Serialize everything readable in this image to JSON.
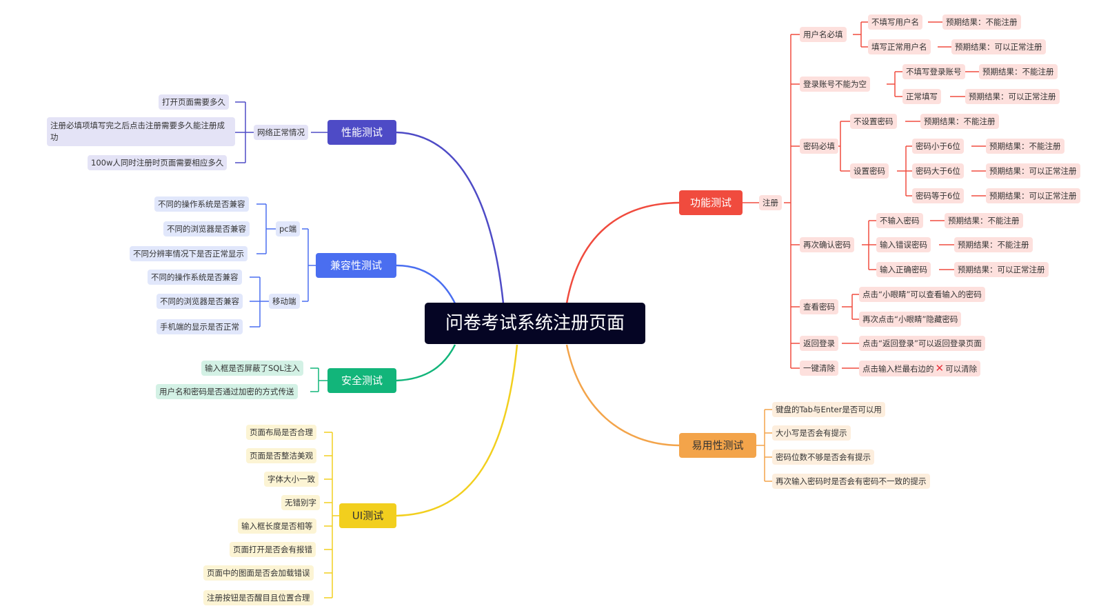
{
  "root": {
    "label": "问卷考试系统注册页面"
  },
  "colors": {
    "root": "#050524",
    "performance": "#4e4bc6",
    "compatibility": "#4a6ef0",
    "security": "#12b57a",
    "ui": "#f2cf1e",
    "function": "#f04b3e",
    "usability": "#f3a44a"
  },
  "performance": {
    "label": "性能测试",
    "group": "网络正常情况",
    "items": [
      "打开页面需要多久",
      "注册必填项填写完之后点击注册需要多久能注册成功",
      "100w人同时注册时页面需要相应多久"
    ]
  },
  "compatibility": {
    "label": "兼容性测试",
    "pc": {
      "label": "pc端",
      "items": [
        "不同的操作系统是否兼容",
        "不同的浏览器是否兼容",
        "不同分辨率情况下是否正常显示"
      ]
    },
    "mobile": {
      "label": "移动端",
      "items": [
        "不同的操作系统是否兼容",
        "不同的浏览器是否兼容",
        "手机端的显示是否正常"
      ]
    }
  },
  "security": {
    "label": "安全测试",
    "items": [
      "输入框是否屏蔽了SQL注入",
      "用户名和密码是否通过加密的方式传送"
    ]
  },
  "ui": {
    "label": "UI测试",
    "items": [
      "页面布局是否合理",
      "页面是否整洁美观",
      "字体大小一致",
      "无错别字",
      "输入框长度是否相等",
      "页面打开是否会有报错",
      "页面中的图面是否会加载错误",
      "注册按钮是否醒目且位置合理"
    ]
  },
  "function": {
    "label": "功能测试",
    "register": "注册",
    "username": {
      "label": "用户名必填",
      "a": "不填写用户名",
      "a_result": "预期结果：不能注册",
      "b": "填写正常用户名",
      "b_result": "预期结果：可以正常注册"
    },
    "account": {
      "label": "登录账号不能为空",
      "a": "不填写登录账号",
      "a_result": "预期结果：不能注册",
      "b": "正常填写",
      "b_result": "预期结果：可以正常注册"
    },
    "password": {
      "label": "密码必填",
      "unset": "不设置密码",
      "unset_result": "预期结果：不能注册",
      "set": "设置密码",
      "lt": "密码小于6位",
      "lt_result": "预期结果：不能注册",
      "gt": "密码大于6位",
      "gt_result": "预期结果：可以正常注册",
      "eq": "密码等于6位",
      "eq_result": "预期结果：可以正常注册"
    },
    "confirm": {
      "label": "再次确认密码",
      "a": "不输入密码",
      "a_result": "预期结果：不能注册",
      "b": "输入错误密码",
      "b_result": "预期结果：不能注册",
      "c": "输入正确密码",
      "c_result": "预期结果：可以正常注册"
    },
    "view": {
      "label": "查看密码",
      "a": "点击“小眼睛”可以查看输入的密码",
      "b": "再次点击“小眼睛”隐藏密码"
    },
    "back": {
      "label": "返回登录",
      "a": "点击“返回登录”可以返回登录页面"
    },
    "clear": {
      "label": "一键清除",
      "a_before": "点击输入栏最右边的",
      "a_after": "可以清除"
    }
  },
  "usability": {
    "label": "易用性测试",
    "items": [
      "键盘的Tab与Enter是否可以用",
      "大小写是否会有提示",
      "密码位数不够是否会有提示",
      "再次输入密码时是否会有密码不一致的提示"
    ]
  }
}
